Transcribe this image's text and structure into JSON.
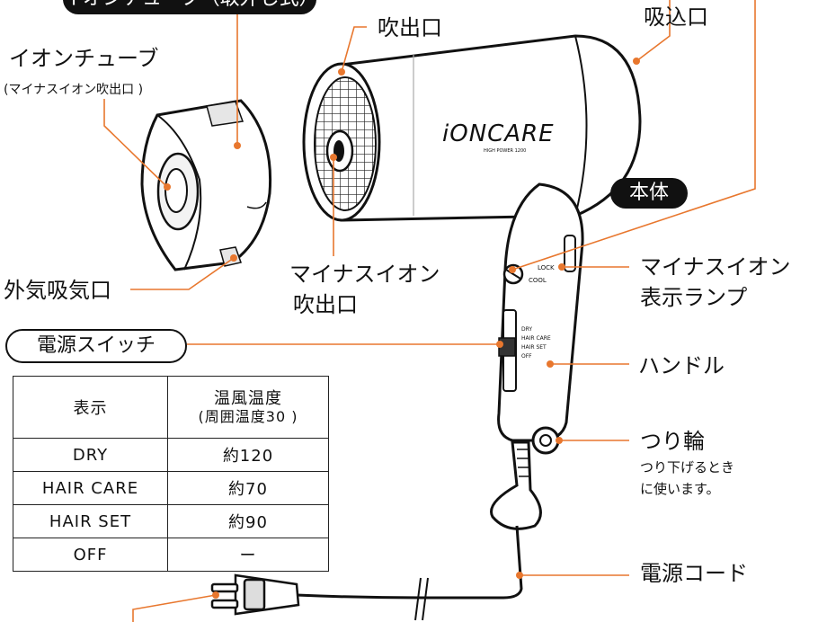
{
  "labels": {
    "top_partial": "イオンチューブ（取外し式）",
    "ion_tube": "イオンチューブ",
    "ion_tube_note": "(マイナスイオン吹出口 )",
    "outlet": "吹出口",
    "intake": "吸込口",
    "body": "本体",
    "outside_air_intake": "外気吸気口",
    "minus_ion_outlet_1": "マイナスイオン",
    "minus_ion_outlet_2": "吹出口",
    "power_switch": "電源スイッチ",
    "ion_lamp_1": "マイナスイオン",
    "ion_lamp_2": "表示ランプ",
    "handle": "ハンドル",
    "hanging_ring": "つり輪",
    "hanging_note_1": "つり下げるとき",
    "hanging_note_2": "に使います。",
    "power_cord": "電源コード"
  },
  "product": {
    "brand": "iONCARE",
    "subtitle": "HIGH POWER 1200",
    "switch_lock": "LOCK",
    "switch_cool": "COOL",
    "mode_dry": "DRY",
    "mode_hair_care": "HAIR CARE",
    "mode_hair_set": "HAIR SET",
    "mode_off": "OFF"
  },
  "table": {
    "header_display": "表示",
    "header_temp_1": "温風温度",
    "header_temp_2": "(周囲温度30 )",
    "rows": [
      {
        "mode": "DRY",
        "temp": "約120"
      },
      {
        "mode": "HAIR CARE",
        "temp": "約70"
      },
      {
        "mode": "HAIR SET",
        "temp": "約90"
      },
      {
        "mode": "OFF",
        "temp": "ー"
      }
    ]
  },
  "colors": {
    "leader": "#e8772e",
    "ink": "#111111"
  }
}
